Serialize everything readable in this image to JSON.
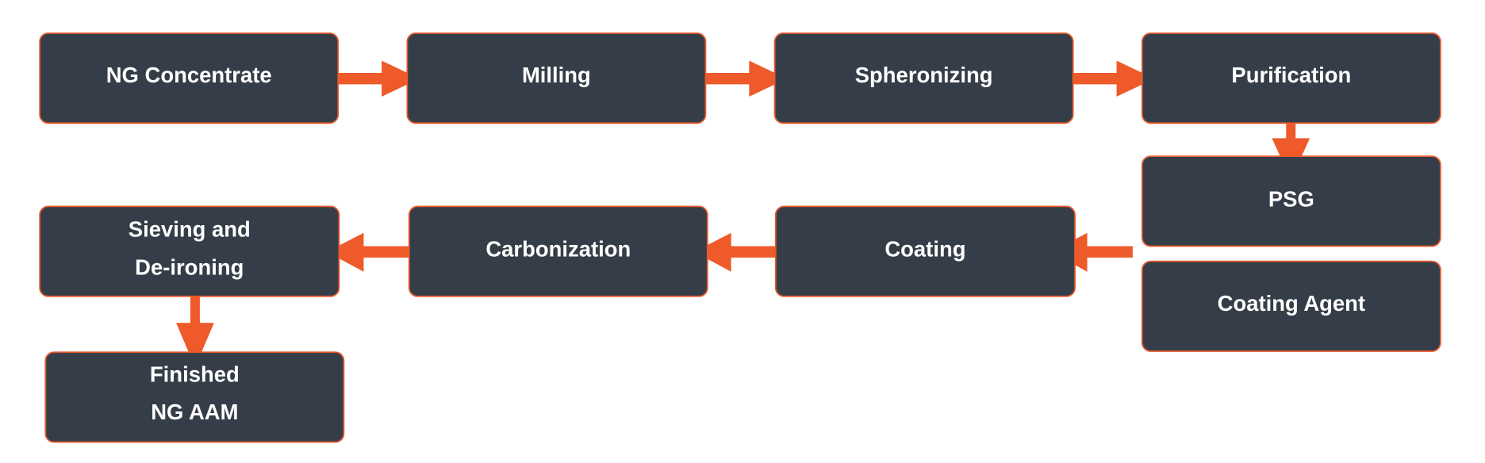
{
  "colors": {
    "box_fill": "#353e48",
    "box_border": "#e8592b",
    "arrow": "#ee5a29",
    "text": "#ffffff"
  },
  "nodes": {
    "ng_concentrate": "NG Concentrate",
    "milling": "Milling",
    "spheronizing": "Spheronizing",
    "purification": "Purification",
    "psg": "PSG",
    "coating_agent": "Coating Agent",
    "coating": "Coating",
    "carbonization": "Carbonization",
    "sieving_line1": "Sieving and",
    "sieving_line2": "De-ironing",
    "finished_line1": "Finished",
    "finished_line2": "NG AAM"
  },
  "edges": [
    [
      "NG Concentrate",
      "Milling"
    ],
    [
      "Milling",
      "Spheronizing"
    ],
    [
      "Spheronizing",
      "Purification"
    ],
    [
      "Purification",
      "PSG"
    ],
    [
      "PSG + Coating Agent",
      "Coating"
    ],
    [
      "Coating",
      "Carbonization"
    ],
    [
      "Carbonization",
      "Sieving and De-ironing"
    ],
    [
      "Sieving and De-ironing",
      "Finished NG AAM"
    ]
  ]
}
